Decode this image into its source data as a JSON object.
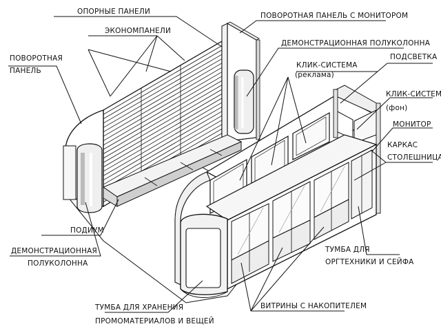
{
  "labels": {
    "opornye_paneli": "ОПОРНЫЕ ПАНЕЛИ",
    "ekonompaneli": "ЭКОНОМПАНЕЛИ",
    "povorotnaya_panel_1": "ПОВОРОТНАЯ",
    "povorotnaya_panel_2": "ПАНЕЛЬ",
    "povorotnaya_monitor": "ПОВОРОТНАЯ ПАНЕЛЬ С МОНИТОРОМ",
    "demo_polukolonna_top": "ДЕМОНСТРАЦИОННАЯ ПОЛУКОЛОННА",
    "klik_reklama_1": "КЛИК-СИСТЕМА",
    "klik_reklama_2": "(реклама)",
    "podsvetka": "ПОДСВЕТКА",
    "klik_fon_1": "КЛИК-СИСТЕМА",
    "klik_fon_2": "(фон)",
    "monitor": "МОНИТОР",
    "karkas_1": "КАРКАС",
    "karkas_2": "СТОЛЕШНИЦА",
    "podium": "ПОДИУМ",
    "demo_polukolonna_1": "ДЕМОНСТРАЦИОННАЯ",
    "demo_polukolonna_2": "ПОЛУКОЛОННА",
    "tumba_orgtekh_1": "ТУМБА ДЛЯ",
    "tumba_orgtekh_2": "ОРГТЕХНИКИ И СЕЙФА",
    "tumba_promo_1": "ТУМБА ДЛЯ ХРАНЕНИЯ",
    "tumba_promo_2": "ПРОМОМАТЕРИАЛОВ И ВЕЩЕЙ",
    "vitriny": "ВИТРИНЫ С НАКОПИТЕЛЕМ"
  }
}
